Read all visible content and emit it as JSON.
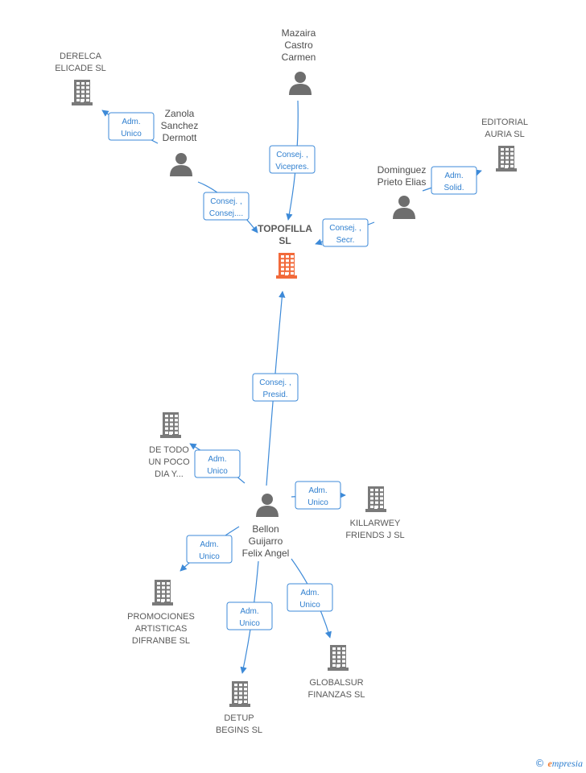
{
  "nodes": {
    "topofilla": {
      "lines": [
        "TOPOFILLA",
        "SL"
      ],
      "kind": "company-focus"
    },
    "mazaira": {
      "lines": [
        "Mazaira",
        "Castro",
        "Carmen"
      ],
      "kind": "person"
    },
    "zanola": {
      "lines": [
        "Zanola",
        "Sanchez",
        "Dermott"
      ],
      "kind": "person"
    },
    "dominguez": {
      "lines": [
        "Dominguez",
        "Prieto Elias"
      ],
      "kind": "person"
    },
    "bellon": {
      "lines": [
        "Bellon",
        "Guijarro",
        "Felix Angel"
      ],
      "kind": "person"
    },
    "derelca": {
      "lines": [
        "DERELCA",
        "ELICADE  SL"
      ],
      "kind": "company"
    },
    "editorial": {
      "lines": [
        "EDITORIAL",
        "AURIA SL"
      ],
      "kind": "company"
    },
    "detodo": {
      "lines": [
        "DE TODO",
        "UN POCO",
        "DIA Y..."
      ],
      "kind": "company"
    },
    "killarwey": {
      "lines": [
        "KILLARWEY",
        "FRIENDS J SL"
      ],
      "kind": "company"
    },
    "promociones": {
      "lines": [
        "PROMOCIONES",
        "ARTISTICAS",
        "DIFRANBE SL"
      ],
      "kind": "company"
    },
    "detup": {
      "lines": [
        "DETUP",
        "BEGINS SL"
      ],
      "kind": "company"
    },
    "globalsur": {
      "lines": [
        "GLOBALSUR",
        "FINANZAS SL"
      ],
      "kind": "company"
    }
  },
  "edges": [
    {
      "id": "mazaira-topofilla",
      "from": "mazaira",
      "to": "topofilla",
      "label": [
        "Consej. ,",
        "Vicepres."
      ]
    },
    {
      "id": "zanola-topofilla",
      "from": "zanola",
      "to": "topofilla",
      "label": [
        "Consej. ,",
        "Consej...."
      ]
    },
    {
      "id": "zanola-derelca",
      "from": "zanola",
      "to": "derelca",
      "label": [
        "Adm.",
        "Unico"
      ]
    },
    {
      "id": "dominguez-topofilla",
      "from": "dominguez",
      "to": "topofilla",
      "label": [
        "Consej. ,",
        "Secr."
      ]
    },
    {
      "id": "dominguez-editorial",
      "from": "dominguez",
      "to": "editorial",
      "label": [
        "Adm.",
        "Solid."
      ]
    },
    {
      "id": "bellon-topofilla",
      "from": "bellon",
      "to": "topofilla",
      "label": [
        "Consej. ,",
        "Presid."
      ]
    },
    {
      "id": "bellon-detodo",
      "from": "bellon",
      "to": "detodo",
      "label": [
        "Adm.",
        "Unico"
      ]
    },
    {
      "id": "bellon-killarwey",
      "from": "bellon",
      "to": "killarwey",
      "label": [
        "Adm.",
        "Unico"
      ]
    },
    {
      "id": "bellon-promociones",
      "from": "bellon",
      "to": "promociones",
      "label": [
        "Adm.",
        "Unico"
      ]
    },
    {
      "id": "bellon-detup",
      "from": "bellon",
      "to": "detup",
      "label": [
        "Adm.",
        "Unico"
      ]
    },
    {
      "id": "bellon-globalsur",
      "from": "bellon",
      "to": "globalsur",
      "label": [
        "Adm.",
        "Unico"
      ]
    }
  ],
  "colors": {
    "edge": "#3d8ad8",
    "company": "#7a7a7a",
    "focus": "#f26a3b",
    "person": "#6e6e6e"
  },
  "watermark": {
    "symbol": "©",
    "initial": "e",
    "rest": "mpresia"
  }
}
